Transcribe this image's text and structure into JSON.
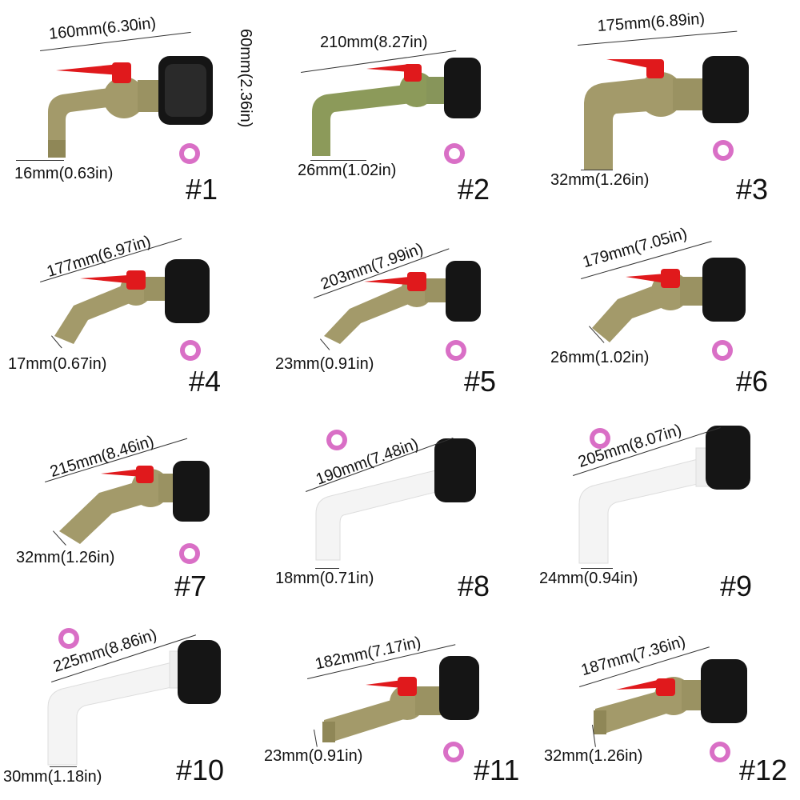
{
  "colors": {
    "olive": "#a39a6a",
    "olive_dark": "#7f7a4c",
    "green_olive": "#8c9a5a",
    "white_pipe": "#f4f4f4",
    "cap": "#151515",
    "handle": "#e0191c",
    "tape": "#d96fc6"
  },
  "items": [
    {
      "label": "#1",
      "length": "160mm(6.30in)",
      "diameter": "16mm(0.63in)",
      "height": "60mm(2.36in)"
    },
    {
      "label": "#2",
      "length": "210mm(8.27in)",
      "diameter": "26mm(1.02in)"
    },
    {
      "label": "#3",
      "length": "175mm(6.89in)",
      "diameter": "32mm(1.26in)"
    },
    {
      "label": "#4",
      "length": "177mm(6.97in)",
      "diameter": "17mm(0.67in)"
    },
    {
      "label": "#5",
      "length": "203mm(7.99in)",
      "diameter": "23mm(0.91in)"
    },
    {
      "label": "#6",
      "length": "179mm(7.05in)",
      "diameter": "26mm(1.02in)"
    },
    {
      "label": "#7",
      "length": "215mm(8.46in)",
      "diameter": "32mm(1.26in)"
    },
    {
      "label": "#8",
      "length": "190mm(7.48in)",
      "diameter": "18mm(0.71in)"
    },
    {
      "label": "#9",
      "length": "205mm(8.07in)",
      "diameter": "24mm(0.94in)"
    },
    {
      "label": "#10",
      "length": "225mm(8.86in)",
      "diameter": "30mm(1.18in)"
    },
    {
      "label": "#11",
      "length": "182mm(7.17in)",
      "diameter": "23mm(0.91in)"
    },
    {
      "label": "#12",
      "length": "187mm(7.36in)",
      "diameter": "32mm(1.26in)"
    }
  ]
}
